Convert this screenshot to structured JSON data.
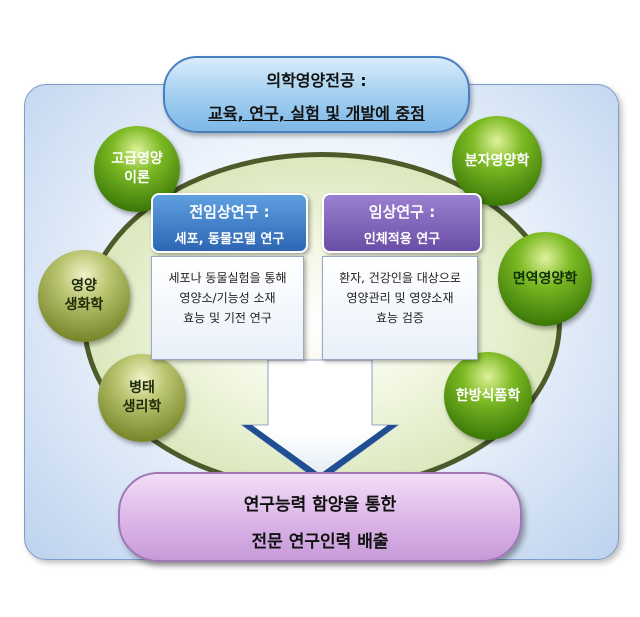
{
  "top": {
    "line1": "의학영양전공 :",
    "line2": "교육, 연구, 실험 및 개발에 중점"
  },
  "circles": {
    "c1": "고급영양\n이론",
    "c2": "영양\n생화학",
    "c3": "병태\n생리학",
    "c4": "분자영양학",
    "c5": "면역영양학",
    "c6": "한방식품학"
  },
  "preclinical": {
    "title": "전임상연구 :",
    "subtitle": "세포, 동물모델 연구",
    "line1": "세포나 동물실험을 통해",
    "line2": "영양소/기능성 소재",
    "line3": "효능 및 기전 연구"
  },
  "clinical": {
    "title": "임상연구 :",
    "subtitle": "인체적용 연구",
    "line1": "환자, 건강인을 대상으로",
    "line2": "영양관리 및 영양소재",
    "line3": "효능 검증"
  },
  "bottom": {
    "line1": "연구능력 함양을 통한",
    "line2": "전문 연구인력 배출"
  },
  "colors": {
    "top_pill": "#9fcdef",
    "preclinical_header": "#2c66b4",
    "clinical_header": "#6a4ea6",
    "bottom_pill": "#d9b2e6",
    "circle_green": "#3f7d0a",
    "ring": "#4d5a2a"
  }
}
